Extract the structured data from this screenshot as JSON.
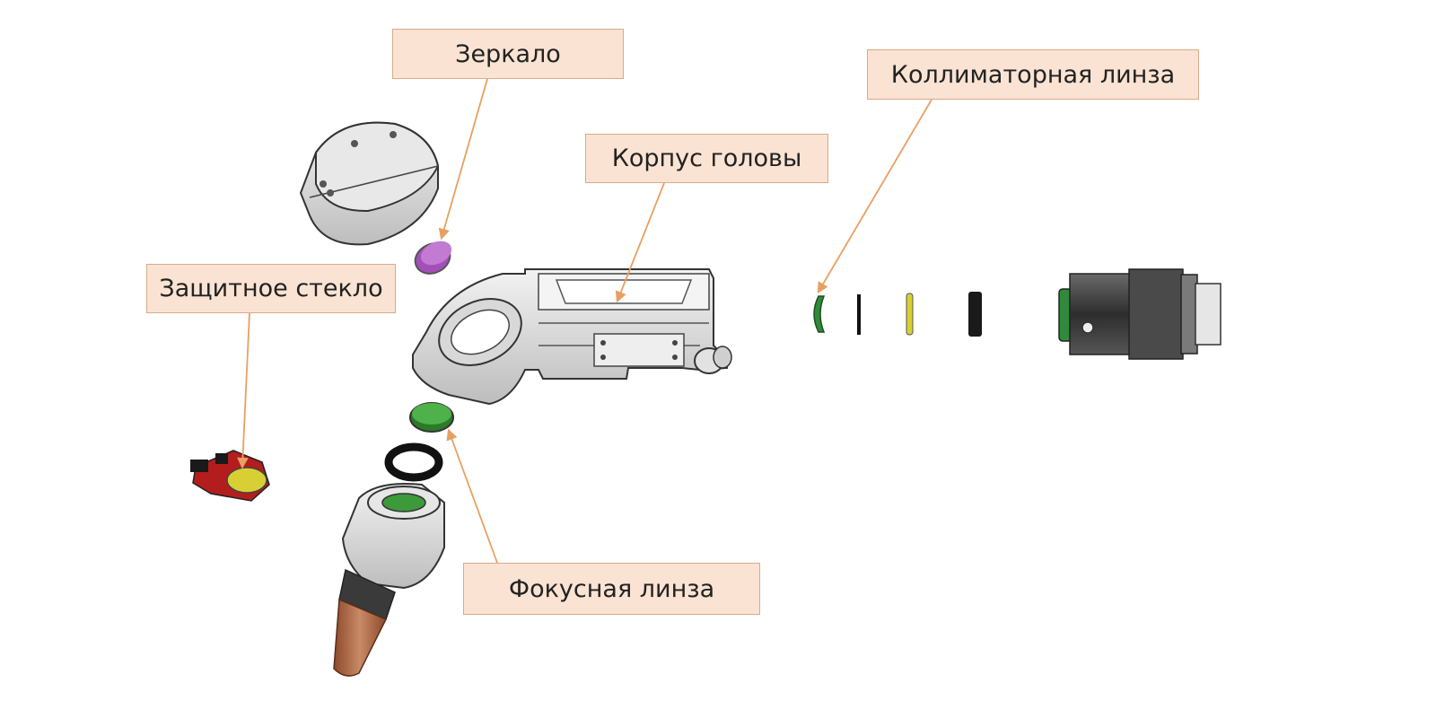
{
  "labels": {
    "mirror": "Зеркало",
    "collimator_lens": "Коллиматорная линза",
    "head_housing": "Корпус головы",
    "protective_glass": "Защитное стекло",
    "focus_lens": "Фокусная линза"
  },
  "colors": {
    "label_fill": "#fbe3d3",
    "label_border": "#d9aa88",
    "leader_line": "#e8a062",
    "mirror_lens": "#a44fb8",
    "focus_lens": "#3d9a3a",
    "collimator_green": "#2f8a3a",
    "yellow_lens": "#d8cf34",
    "protective_red": "#b41d1d",
    "nozzle_copper": "#b9704a"
  }
}
